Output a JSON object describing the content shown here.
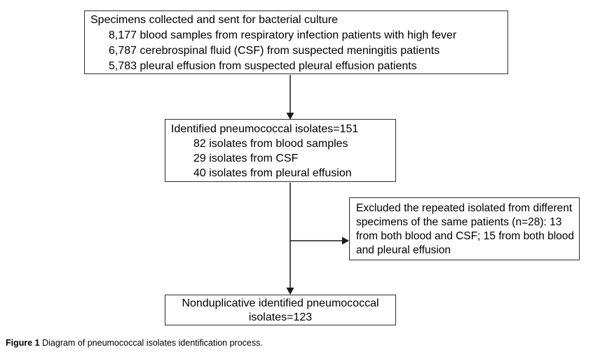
{
  "style": {
    "box_border_color": "#2e2e2e",
    "text_color": "#000000",
    "background_color": "#ffffff"
  },
  "boxes": {
    "specimens": {
      "title": "Specimens collected and sent for bacterial culture",
      "items": [
        "8,177 blood samples from respiratory infection patients with high fever",
        "6,787 cerebrospinal fluid (CSF) from suspected meningitis patients",
        "5,783 pleural effusion from suspected pleural effusion patients"
      ]
    },
    "identified": {
      "title": "Identified pneumococcal isolates=151",
      "items": [
        "82 isolates from blood samples",
        "29 isolates from CSF",
        "40 isolates from pleural effusion"
      ]
    },
    "excluded": {
      "lines": [
        "Excluded the repeated isolated from different",
        "specimens of the same patients (n=28): 13",
        "from both blood and CSF; 15 from both blood",
        "and pleural effusion"
      ]
    },
    "nonduplicative": {
      "lines": [
        "Nonduplicative identified pneumococcal",
        "isolates=123"
      ]
    }
  },
  "caption": {
    "label": "Figure 1",
    "text": "Diagram of pneumococcal isolates identification process."
  }
}
